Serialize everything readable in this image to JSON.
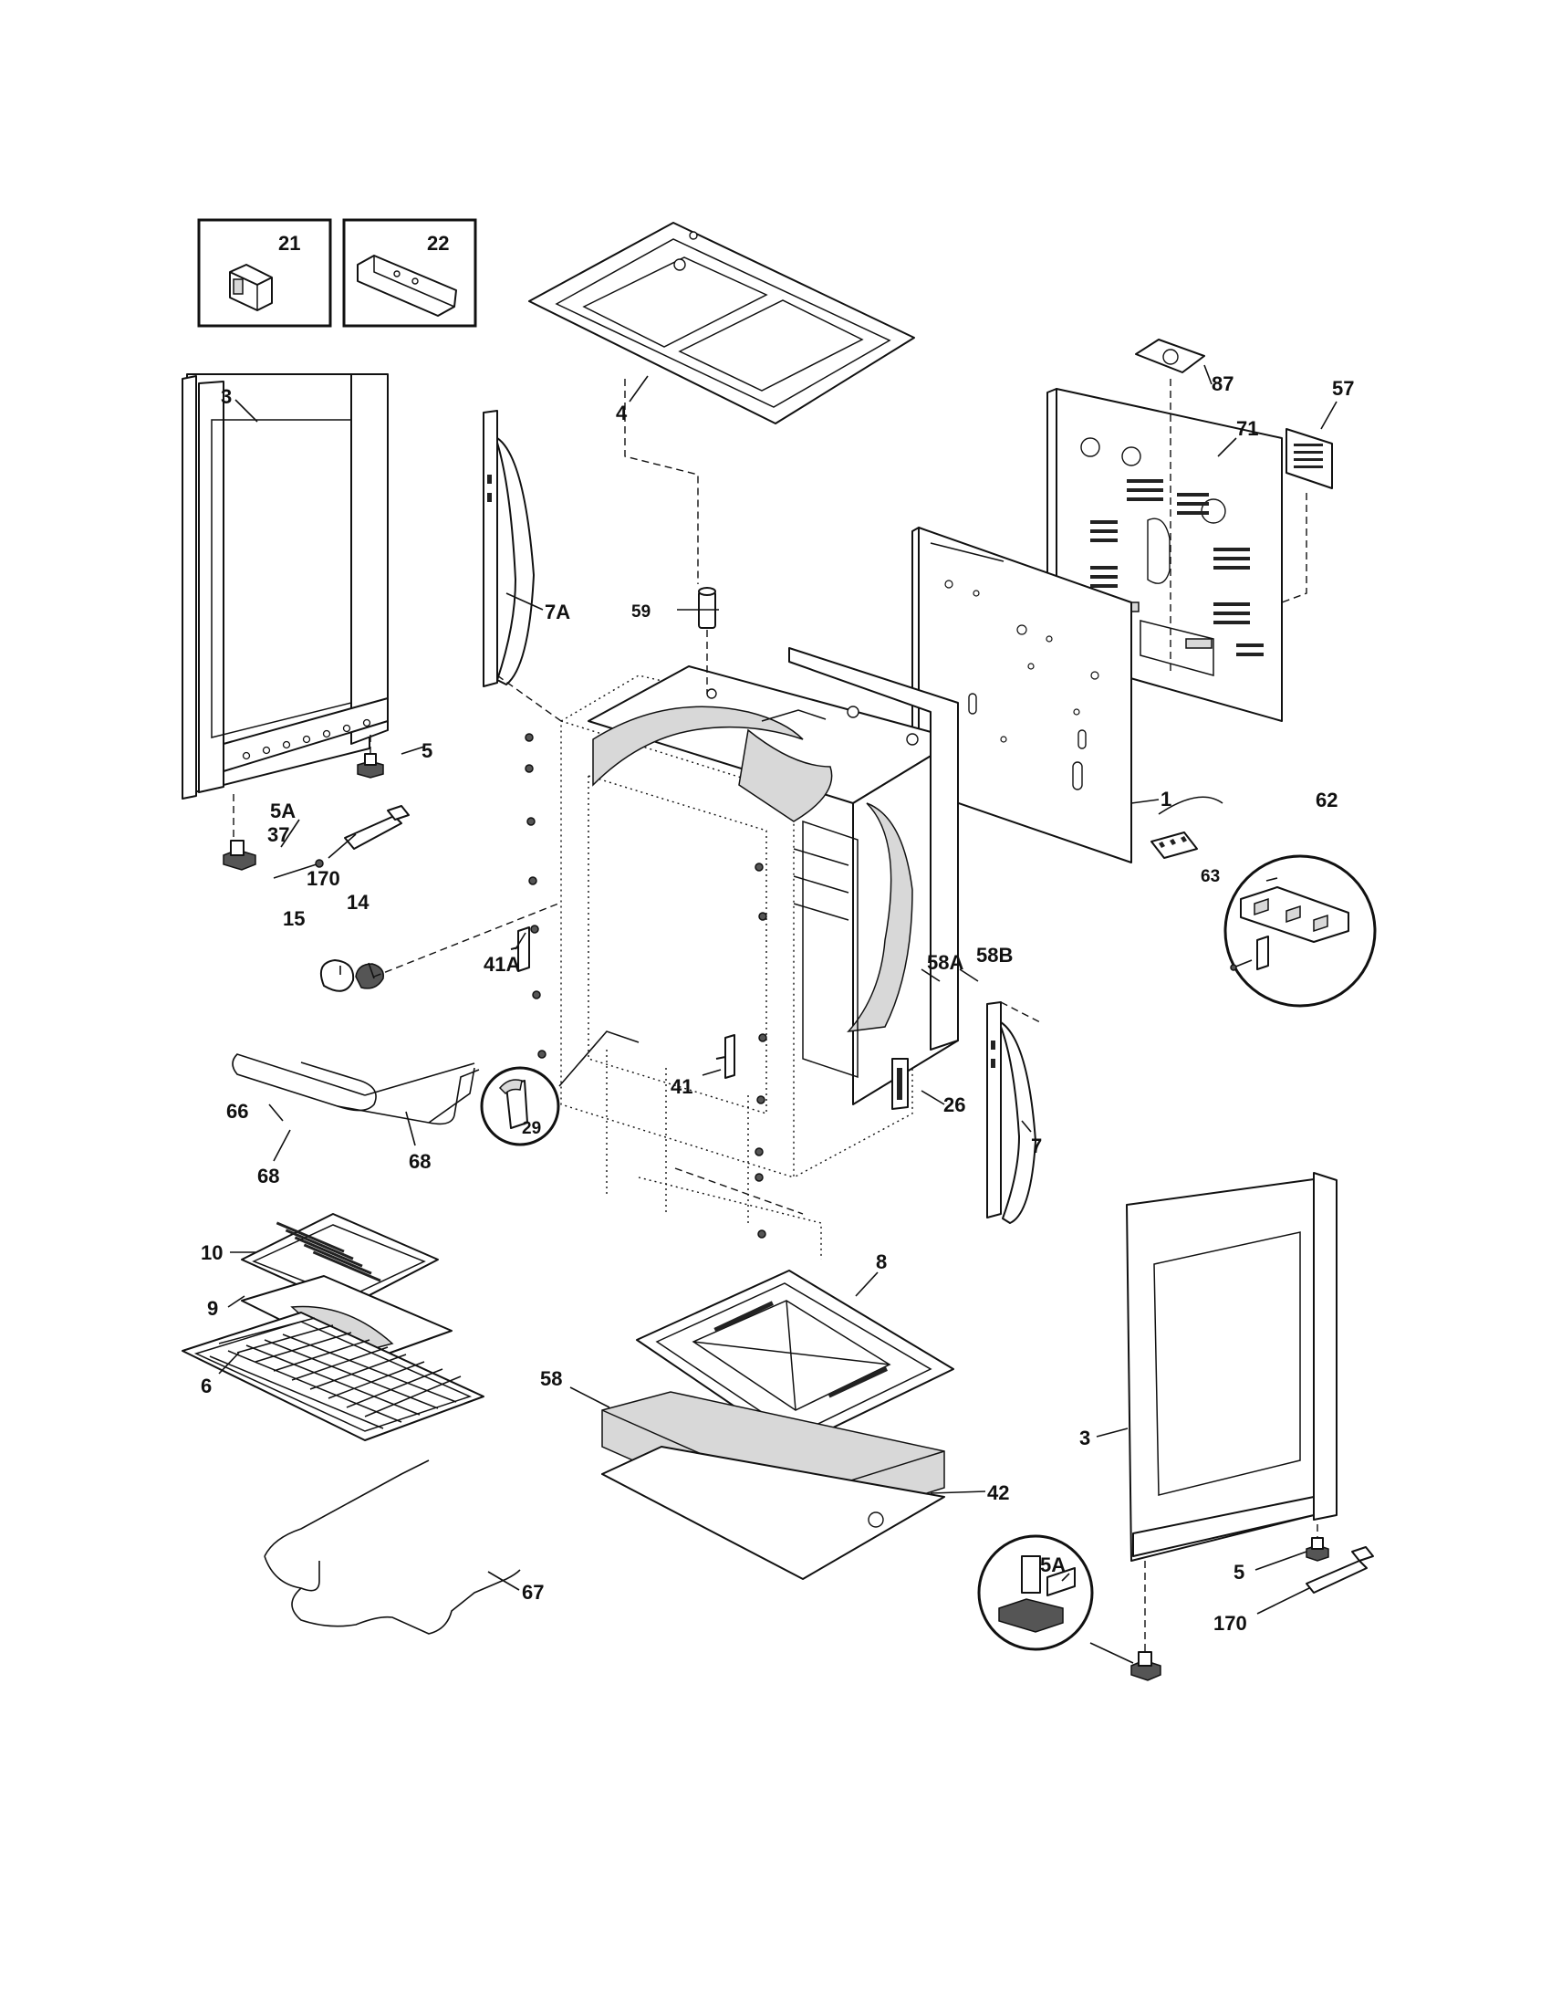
{
  "diagram": {
    "labels": {
      "p21": "21",
      "p22": "22",
      "p3_left": "3",
      "p4": "4",
      "p87": "87",
      "p57": "57",
      "p71": "71",
      "p7A": "7A",
      "p59": "59",
      "p5_left": "5",
      "p5A_left": "5A",
      "p37": "37",
      "p170_left": "170",
      "p15": "15",
      "p14": "14",
      "p1": "1",
      "p62": "62",
      "p63": "63",
      "p41A": "41A",
      "p58A": "58A",
      "p58B": "58B",
      "p66": "66",
      "p41": "41",
      "p26": "26",
      "p29": "29",
      "p68_left": "68",
      "p68_right": "68",
      "p7": "7",
      "p10": "10",
      "p9": "9",
      "p6": "6",
      "p8": "8",
      "p58": "58",
      "p42": "42",
      "p67": "67",
      "p3_right": "3",
      "p5A_right": "5A",
      "p5_right": "5",
      "p170_right": "170"
    }
  }
}
